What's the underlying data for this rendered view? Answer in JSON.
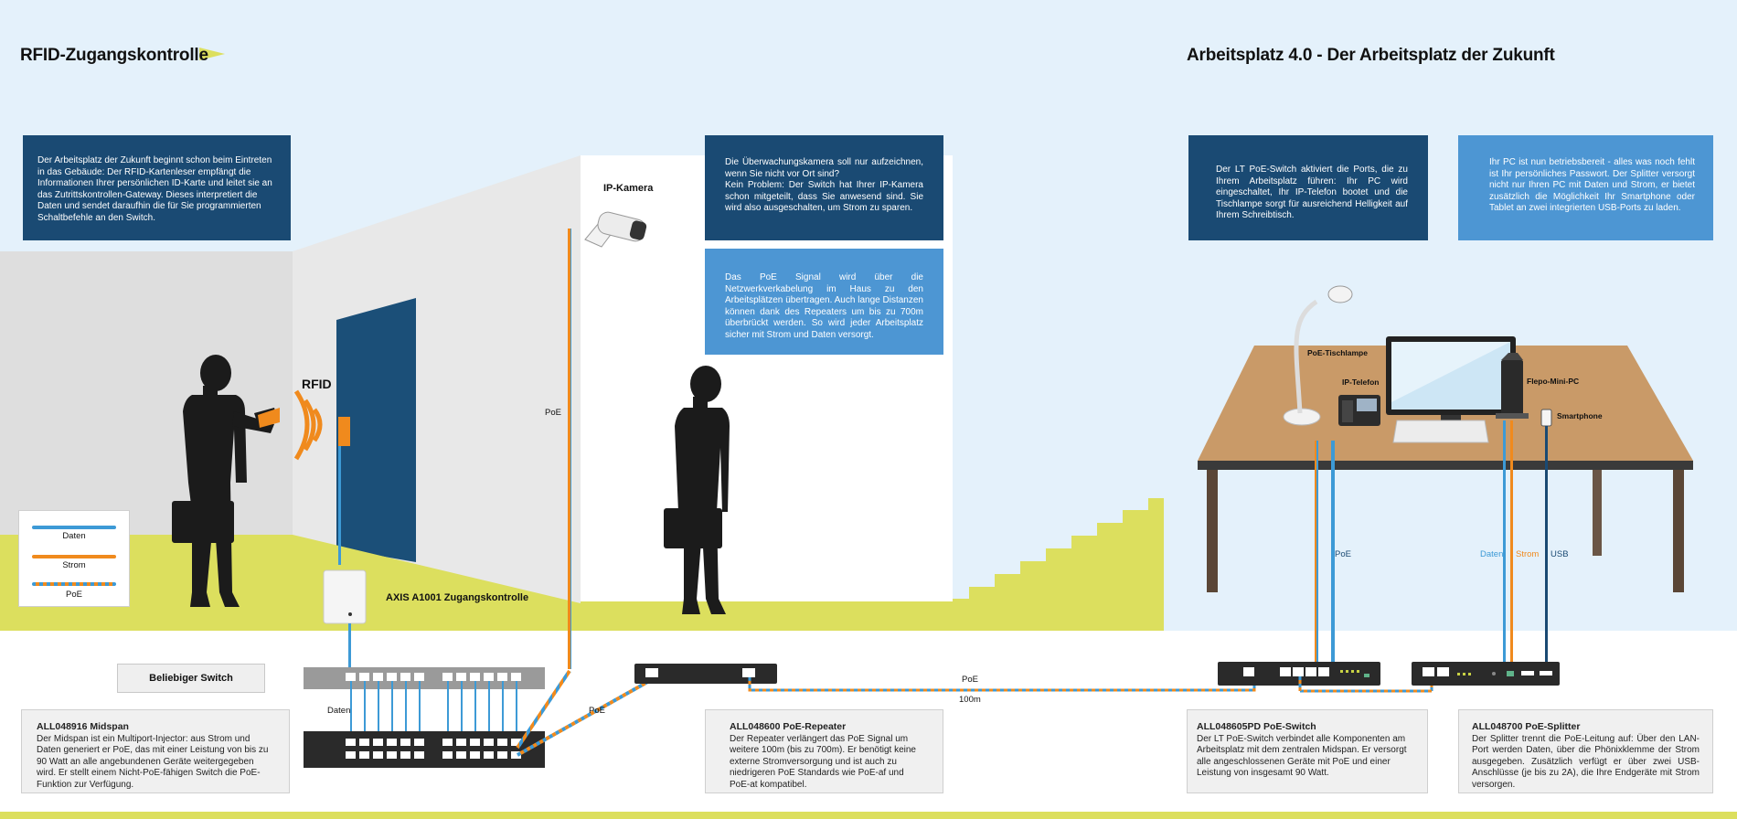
{
  "titles": {
    "left": "RFID-Zugangskontrolle",
    "right": "Arbeitsplatz 4.0 - Der Arbeitsplatz der Zukunft"
  },
  "boxes": {
    "rfid_intro": "Der Arbeitsplatz der Zukunft beginnt schon beim Eintreten in das Gebäude: Der RFID-Kartenleser empfängt die Informationen Ihrer persönlichen ID-Karte und leitet sie an das Zutrittskontrollen-Gateway. Dieses interpretiert die Daten und sendet daraufhin die für Sie programmierten Schaltbefehle an den Switch.",
    "camera": "Die Überwachungskamera soll nur aufzeichnen, wenn Sie nicht vor Ort sind?\nKein Problem: Der Switch hat Ihrer IP-Kamera schon mitgeteilt, dass Sie anwesend sind. Sie wird also ausgeschalten, um Strom zu sparen.",
    "poe_signal": "Das PoE Signal wird über die Netzwerkverkabelung im Haus zu den Arbeitsplätzen übertragen. Auch lange Distanzen können dank des Repeaters um bis zu 700m überbrückt werden. So wird jeder Arbeitsplatz sicher mit Strom und Daten versorgt.",
    "lt_switch": "Der LT PoE-Switch aktiviert die Ports, die zu Ihrem Arbeitsplatz führen: Ihr PC wird eingeschaltet, Ihr IP-Telefon bootet und die Tischlampe sorgt für ausreichend Helligkeit auf Ihrem Schreibtisch.",
    "password": "Ihr PC ist nun betriebsbereit - alles was noch fehlt ist Ihr persönliches Passwort. Der Splitter versorgt nicht nur Ihren PC mit Daten und Strom, er bietet zusätzlich die Möglichkeit Ihr Smartphone oder Tablet an zwei integrierten USB-Ports zu laden."
  },
  "products": {
    "midspan": {
      "title": "ALL048916 Midspan",
      "text": "Der Midspan ist ein Multiport-Injector: aus Strom und Daten generiert er PoE, das mit einer Leistung von bis zu 90 Watt an alle angebundenen Geräte weitergegeben wird. Er stellt einem Nicht-PoE-fähigen Switch die PoE-Funktion zur Verfügung."
    },
    "repeater": {
      "title": "ALL048600 PoE-Repeater",
      "text": "Der Repeater verlängert das PoE Signal um weitere 100m (bis zu 700m). Er benötigt keine externe Stromversorgung und ist auch zu niedrigeren PoE Standards wie PoE-af und PoE-at kompatibel."
    },
    "switch": {
      "title": "ALL048605PD PoE-Switch",
      "text": "Der LT PoE-Switch verbindet alle Komponenten am Arbeitsplatz mit dem zentralen Midspan. Er versorgt alle angeschlossenen Geräte mit PoE und einer Leistung von insgesamt 90 Watt."
    },
    "splitter": {
      "title": "ALL048700 PoE-Splitter",
      "text": "Der Splitter trennt die PoE-Leitung auf: Über den LAN-Port werden Daten, über die Phönixklemme der Strom ausgegeben. Zusätzlich verfügt er über zwei USB-Anschlüsse (je bis zu 2A), die Ihre Endgeräte mit Strom versorgen."
    }
  },
  "labels": {
    "rfid": "RFID",
    "ip_kamera": "IP-Kamera",
    "axis": "AXIS A1001 Zugangskontrolle",
    "poe_vertical": "PoE",
    "poe_midspan": "PoE",
    "daten_switch": "Daten",
    "poe_long": "PoE",
    "distance": "100m",
    "tischlampe": "PoE-Tischlampe",
    "ip_telefon": "IP-Telefon",
    "mini_pc": "Flepo-Mini-PC",
    "smartphone": "Smartphone",
    "poe_desk": "PoE",
    "daten_desk": "Daten",
    "strom_desk": "Strom",
    "usb_desk": "USB"
  },
  "legend": {
    "daten": "Daten",
    "strom": "Strom",
    "poe": "PoE"
  },
  "switch_button": "Beliebiger Switch",
  "colors": {
    "sky": "#e4f1fb",
    "floor": "#dcdf5e",
    "dark_blue": "#1a4a73",
    "light_blue": "#4d96d3",
    "data_line": "#3d9ad6",
    "power_line": "#f08a1d",
    "door": "#1b4f78",
    "table": "#c99a68",
    "silhouette": "#1b1b1b"
  }
}
